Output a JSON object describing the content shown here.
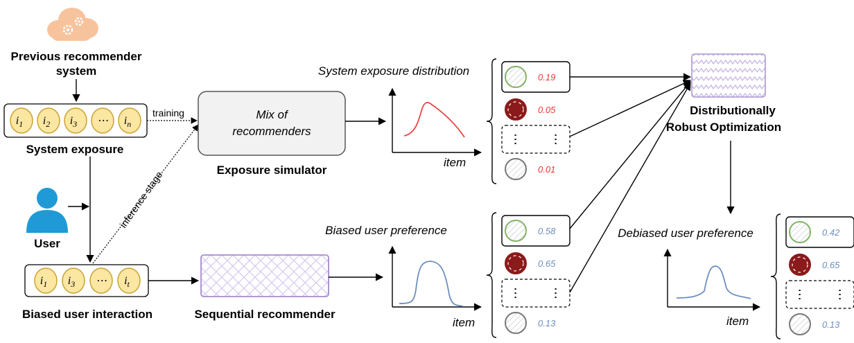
{
  "labels": {
    "prev_system_line1": "Previous recommender",
    "prev_system_line2": "system",
    "system_exposure": "System exposure",
    "user": "User",
    "biased_interaction": "Biased user interaction",
    "training": "training",
    "inference_stage": "inference stage",
    "mix_line1": "Mix of",
    "mix_line2": "recommenders",
    "exposure_simulator": "Exposure simulator",
    "sequential_recommender": "Sequential recommender",
    "system_exposure_distribution": "System exposure distribution",
    "biased_user_preference": "Biased user preference",
    "debiased_user_preference": "Debiased user preference",
    "dro_line1": "Distributionally",
    "dro_line2": "Robust Optimization",
    "item": "item",
    "ellipsis": "⋯"
  },
  "exposure_sequence": [
    {
      "base": "i",
      "sub": "1"
    },
    {
      "base": "i",
      "sub": "2"
    },
    {
      "base": "i",
      "sub": "3"
    },
    {
      "base": "⋯",
      "sub": ""
    },
    {
      "base": "i",
      "sub": "n"
    }
  ],
  "interaction_sequence": [
    {
      "base": "i",
      "sub": "1"
    },
    {
      "base": "i",
      "sub": "3"
    },
    {
      "base": "⋯",
      "sub": ""
    },
    {
      "base": "i",
      "sub": "t"
    }
  ],
  "exposure_scores": [
    "0.19",
    "0.05",
    "0.01"
  ],
  "biased_scores": [
    "0.58",
    "0.65",
    "0.13"
  ],
  "debiased_scores": [
    "0.42",
    "0.65",
    "0.13"
  ],
  "colors": {
    "token_fill": "#fbe6a2",
    "token_stroke": "#c9a232",
    "box_fill": "#f2f2f2",
    "box_stroke": "#555555",
    "purple": "#b5a2d6",
    "exposure_score": "#e53935",
    "pref_score": "#6c8ebf",
    "circle_green": "#82b366",
    "circle_red": "#8b1a1a",
    "circle_gray": "#777777",
    "cloud": "#f7c39d",
    "user": "#1f9ad6",
    "curve_red": "#ef4444",
    "curve_blue": "#6c8ebf"
  },
  "icons": {
    "cloud": "cloud-gears-icon",
    "user": "user-icon"
  }
}
